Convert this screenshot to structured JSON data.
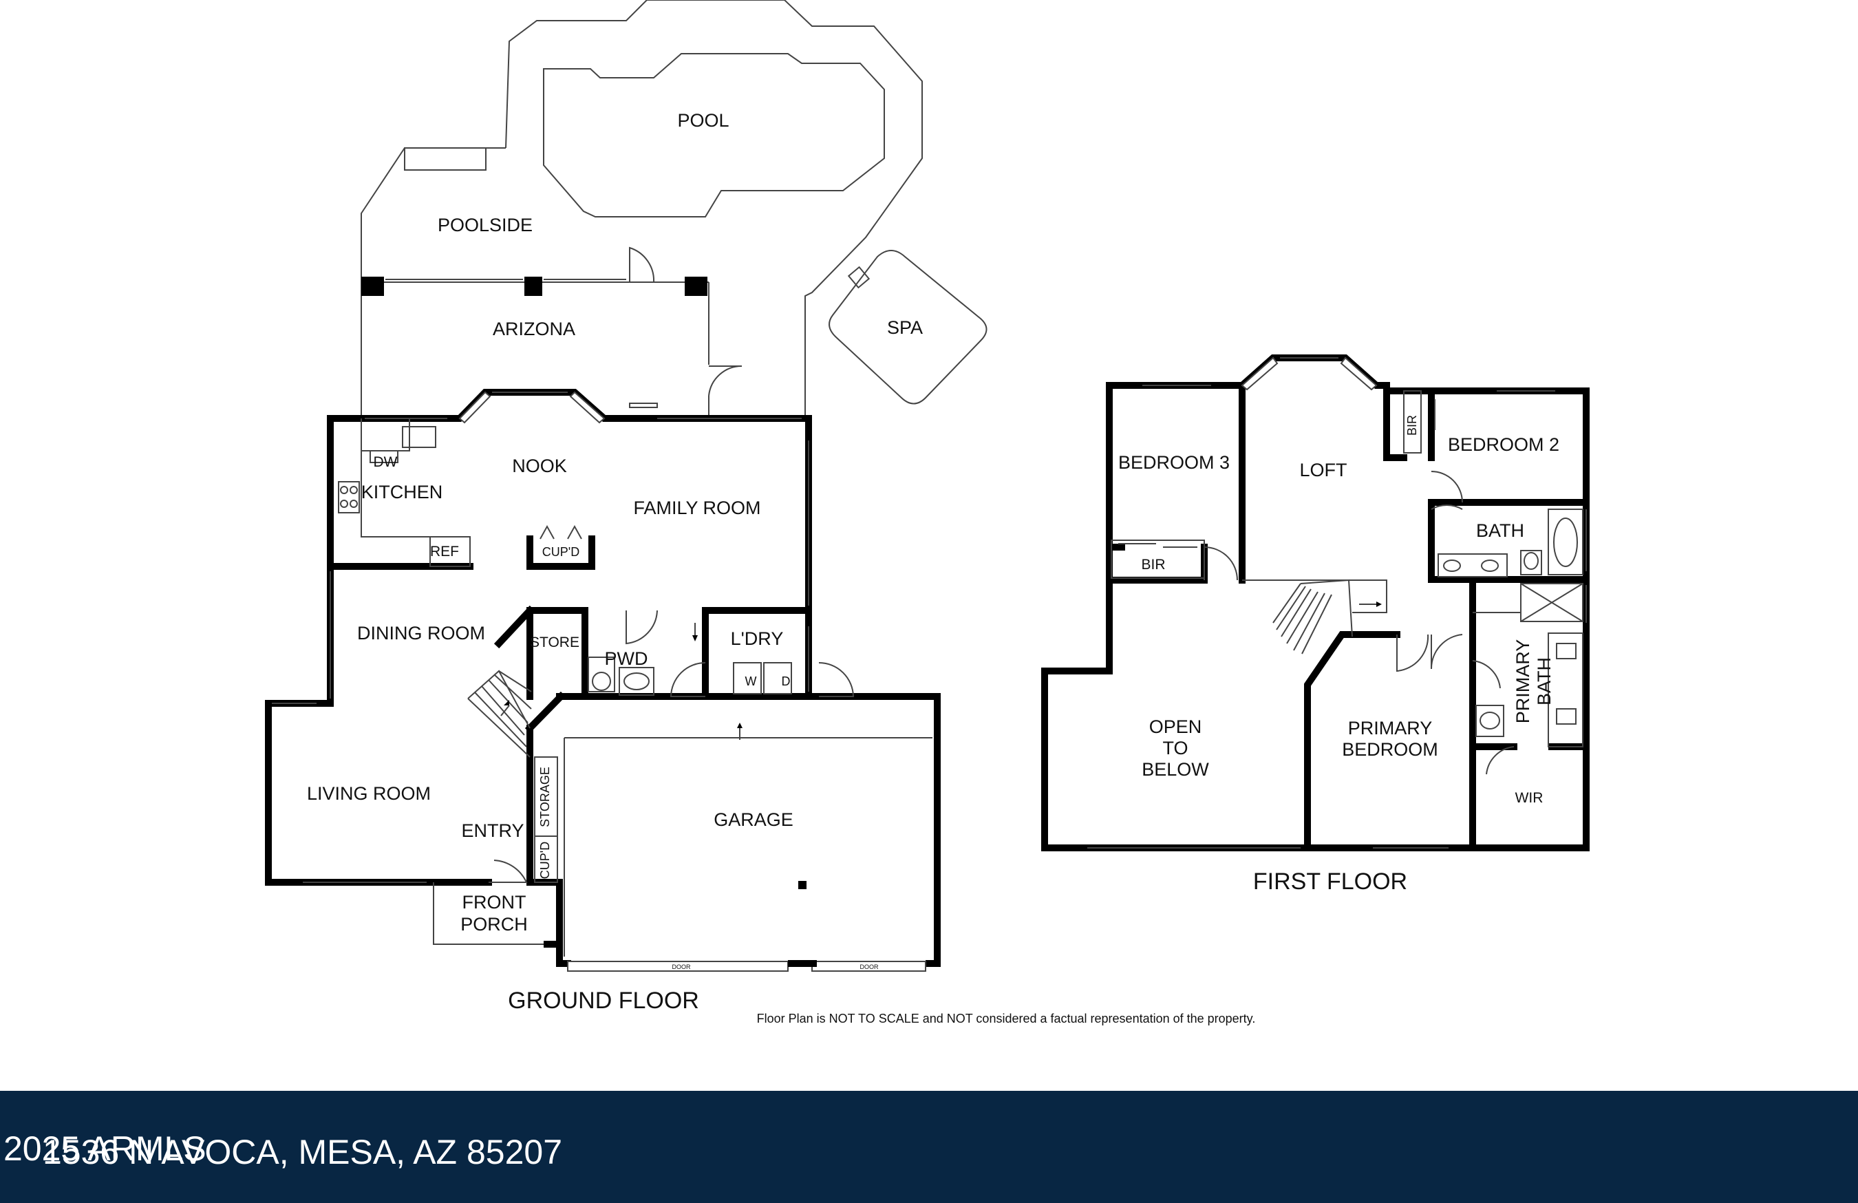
{
  "plan": {
    "ground_floor": {
      "title": "GROUND FLOOR",
      "rooms": {
        "pool": "POOL",
        "poolside": "POOLSIDE",
        "spa": "SPA",
        "arizona": "ARIZONA",
        "nook": "NOOK",
        "kitchen": "KITCHEN",
        "dw": "DW",
        "ref": "REF",
        "cupd_nook": "CUP'D",
        "family_room": "FAMILY ROOM",
        "dining_room": "DINING ROOM",
        "store": "STORE",
        "pwd": "PWD",
        "ldry": "L'DRY",
        "washer": "W",
        "dryer": "D",
        "living_room": "LIVING ROOM",
        "entry": "ENTRY",
        "storage": "STORAGE",
        "cupd_entry": "CUP'D",
        "garage": "GARAGE",
        "front_porch_1": "FRONT",
        "front_porch_2": "PORCH",
        "garage_door_1": "DOOR",
        "garage_door_2": "DOOR"
      }
    },
    "first_floor": {
      "title": "FIRST FLOOR",
      "rooms": {
        "bedroom3": "BEDROOM 3",
        "bir_b3": "BIR",
        "loft": "LOFT",
        "bir_b2": "BIR",
        "bedroom2": "BEDROOM 2",
        "bath": "BATH",
        "open_1": "OPEN",
        "open_2": "TO",
        "open_3": "BELOW",
        "primary_bedroom_1": "PRIMARY",
        "primary_bedroom_2": "BEDROOM",
        "primary_bath_1": "PRIMARY",
        "primary_bath_2": "BATH",
        "wir": "WIR"
      }
    },
    "disclaimer": "Floor Plan is NOT TO SCALE and NOT considered a factual representation of the property."
  },
  "footer": {
    "address": "1536 N AVOCA, MESA, AZ 85207",
    "copyright": "2025 ARMLS",
    "background_color": "#082643",
    "text_color": "#ffffff"
  }
}
